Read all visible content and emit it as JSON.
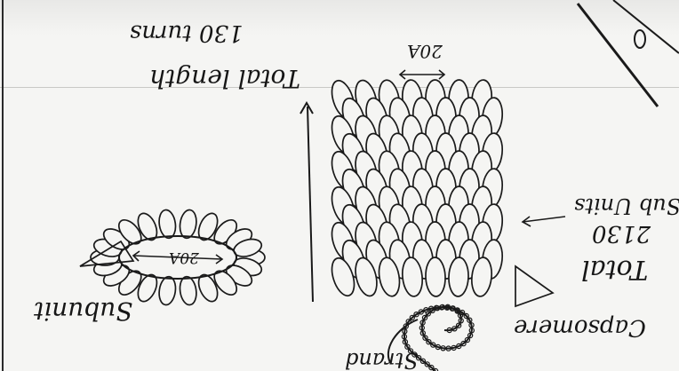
{
  "labels": {
    "turns": "130 turns",
    "total_length": "Total length",
    "scale_top": "20A",
    "subunit_scale": "20A",
    "total_line1": "Total",
    "total_line2": "2130",
    "total_line3": "Sub Units",
    "subunit": "Subunit",
    "capsomere": "Capsomere",
    "strand": "Strand"
  }
}
